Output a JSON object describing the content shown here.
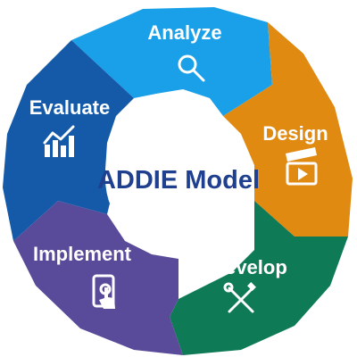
{
  "diagram": {
    "center_title": "ADDIE Model",
    "colors": {
      "analyze": "#1aa0e8",
      "design": "#e08a12",
      "develop": "#0e7a56",
      "implement": "#5a4a9a",
      "evaluate": "#155aa8",
      "center_text": "#1f3f8f",
      "label_text": "#ffffff"
    },
    "phases": [
      {
        "label": "Analyze",
        "icon": "magnifier-icon"
      },
      {
        "label": "Design",
        "icon": "clapperboard-icon"
      },
      {
        "label": "Develop",
        "icon": "tools-icon"
      },
      {
        "label": "Implement",
        "icon": "touch-tablet-icon"
      },
      {
        "label": "Evaluate",
        "icon": "bar-chart-icon"
      }
    ]
  }
}
